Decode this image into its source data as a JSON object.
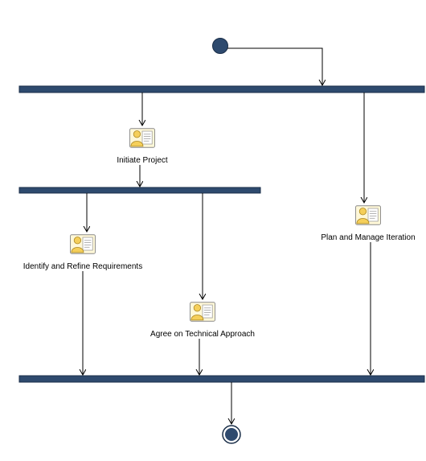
{
  "diagram": {
    "activities": [
      {
        "id": "initiate",
        "label": "Initiate Project",
        "icon": "role-activity-icon"
      },
      {
        "id": "plan",
        "label": "Plan and Manage Iteration",
        "icon": "role-activity-icon"
      },
      {
        "id": "identify",
        "label": "Identify and Refine Requirements",
        "icon": "role-activity-icon"
      },
      {
        "id": "agree",
        "label": "Agree on Technical Approach",
        "icon": "role-activity-icon"
      }
    ],
    "colors": {
      "bar": "#2e4a6e",
      "bar_edge": "#1a2e48",
      "node": "#2e4a6e",
      "line": "#000000"
    }
  }
}
